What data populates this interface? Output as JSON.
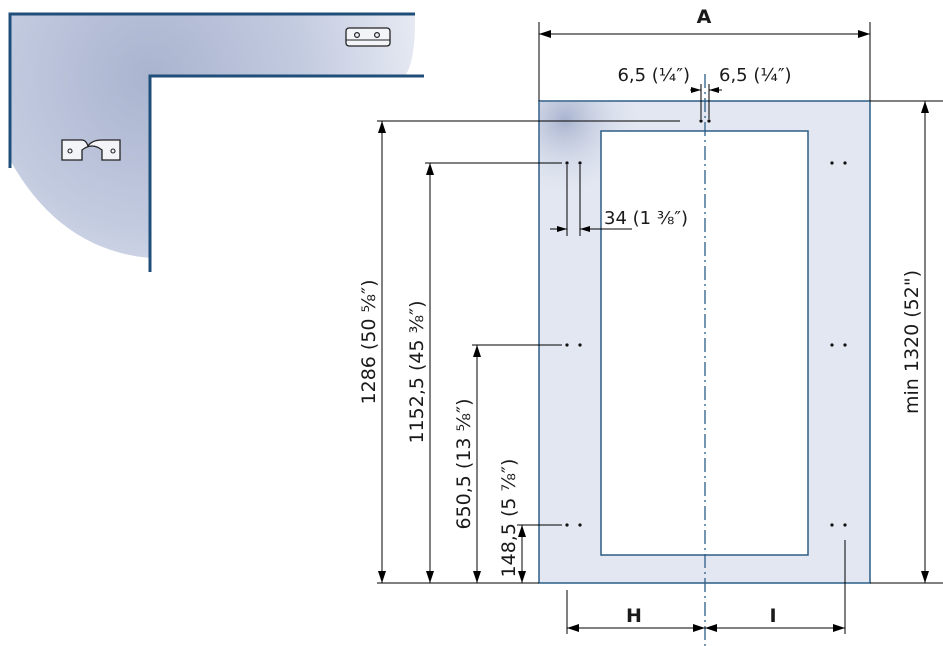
{
  "colors": {
    "panel_fill": "#e2e7f1",
    "panel_stroke": "#2d5d86",
    "wall": "#1f4e79",
    "zone": "#b9c2d9",
    "dim_line": "#000000",
    "centerline": "#2d5d86"
  },
  "icons": [
    "bracket-top-icon",
    "bracket-side-icon"
  ],
  "labels": {
    "A": "A",
    "H": "H",
    "I": "I",
    "hole_spacing_left": "6,5 (¼″)",
    "hole_spacing_right": "6,5 (¼″)",
    "offset_34": "34 (1 ⅜″)",
    "min_height": "min 1320 (52\")",
    "h1286": "1286 (50 ⅝″)",
    "h1152": "1152,5 (45 ⅜″)",
    "h650": "650,5 (13 ⅝″)",
    "h148": "148,5 (5 ⅞″)"
  }
}
